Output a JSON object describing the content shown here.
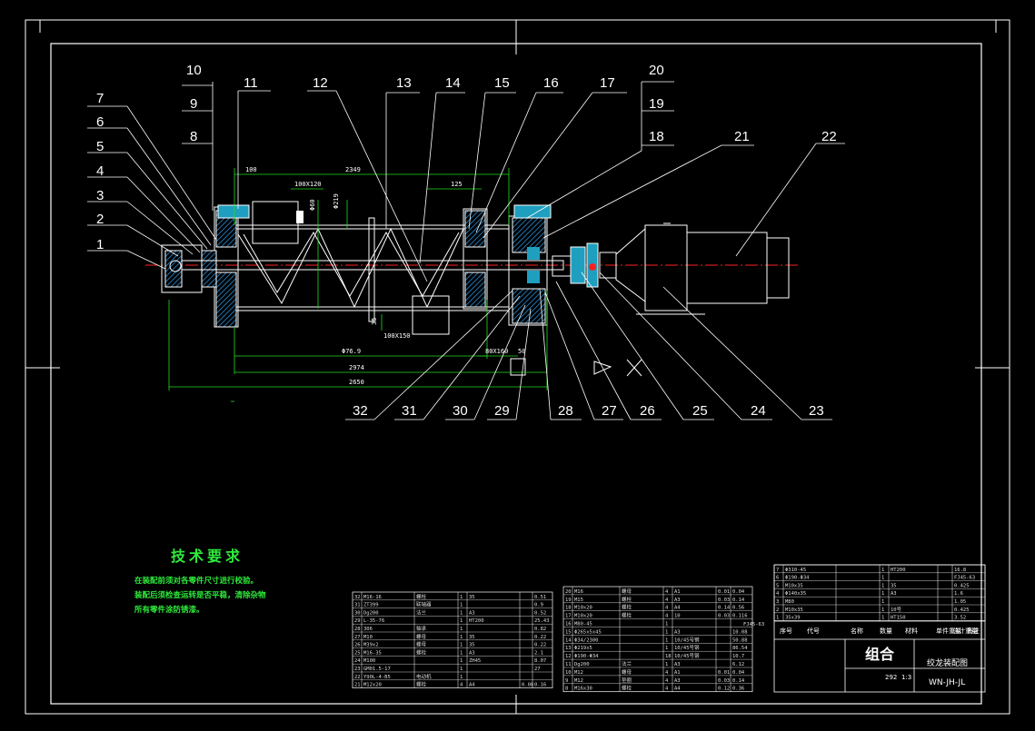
{
  "callouts": [
    "1",
    "2",
    "3",
    "4",
    "5",
    "6",
    "7",
    "8",
    "9",
    "10",
    "11",
    "12",
    "13",
    "14",
    "15",
    "16",
    "17",
    "18",
    "19",
    "20",
    "21",
    "22",
    "23",
    "24",
    "25",
    "26",
    "27",
    "28",
    "29",
    "30",
    "31",
    "32"
  ],
  "dimensions": {
    "d100": "100",
    "d2349": "2349",
    "d100x120": "100X120",
    "d125": "125",
    "d319": "Φ219",
    "d60": "Φ60",
    "d35": "35",
    "d100x150": "100X150",
    "d2789": "Φ76.9",
    "d2974": "2974",
    "d3650": "2650",
    "d80x160": "80X160",
    "d50": "50"
  },
  "tech_requirements": {
    "title": "技术要求",
    "lines": [
      "在装配前须对各零件尺寸进行校验。",
      "装配后须检查运转是否平稳，清除杂物",
      "所有零件涂防锈漆。"
    ]
  },
  "bom_left": [
    [
      "32",
      "M16-16",
      "螺栓",
      "1",
      "35",
      "",
      "0.51"
    ],
    [
      "31",
      "ZT399",
      "联轴器",
      "1",
      "",
      "",
      "0.9"
    ],
    [
      "30",
      "Dg200",
      "法兰",
      "1",
      "A3",
      "",
      "0.52"
    ],
    [
      "29",
      "L-35-76",
      "",
      "1",
      "HT200",
      "",
      "25.43"
    ],
    [
      "28",
      "306",
      "轴承",
      "1",
      "",
      "",
      "0.82"
    ],
    [
      "27",
      "M10",
      "螺母",
      "1",
      "35",
      "",
      "0.22"
    ],
    [
      "26",
      "M39x2",
      "螺母",
      "1",
      "35",
      "",
      "0.22"
    ],
    [
      "25",
      "M16-35",
      "螺栓",
      "1",
      "A3",
      "",
      "2.1"
    ],
    [
      "24",
      "M100",
      "",
      "1",
      "ZH45",
      "",
      "8.07"
    ],
    [
      "23",
      "GM01.5-17",
      "",
      "1",
      "",
      "",
      "27"
    ],
    [
      "22",
      "Y90L-4-B5",
      "电动机",
      "1",
      "",
      "",
      ""
    ],
    [
      "21",
      "M12x20",
      "螺栓",
      "4",
      "A4",
      "0.08",
      "0.16"
    ]
  ],
  "bom_mid": [
    [
      "20",
      "M16",
      "螺母",
      "4",
      "A1",
      "0.01",
      "0.04"
    ],
    [
      "19",
      "M15",
      "螺栓",
      "4",
      "A3",
      "0.03",
      "0.14"
    ],
    [
      "18",
      "M10x20",
      "螺栓",
      "4",
      "A4",
      "0.14",
      "0.56"
    ],
    [
      "17",
      "M10x20",
      "螺栓",
      "4",
      "10",
      "0.03",
      "0.116"
    ],
    [
      "16",
      "M80-45",
      "",
      "1",
      "",
      "",
      ""
    ],
    [
      "15",
      "Φ265x5x45",
      "",
      "1",
      "A3",
      "",
      "10.08"
    ],
    [
      "14",
      "Φ34/2300",
      "",
      "1",
      "10/45号钢",
      "",
      "50.88"
    ],
    [
      "13",
      "Φ219x5",
      "",
      "1",
      "10/45号钢",
      "",
      "86.54"
    ],
    [
      "12",
      "Φ190-Φ34",
      "",
      "18",
      "10/45号钢",
      "",
      "10.7"
    ],
    [
      "11",
      "Dg200",
      "法兰",
      "1",
      "A3",
      "",
      "6.12"
    ],
    [
      "10",
      "M12",
      "螺母",
      "4",
      "A1",
      "0.01",
      "0.04"
    ],
    [
      "9",
      "M12",
      "垫圈",
      "4",
      "A3",
      "0.03",
      "0.14"
    ],
    [
      "8",
      "M16x30",
      "螺栓",
      "4",
      "A4",
      "0.12",
      "0.36"
    ]
  ],
  "bom_right": [
    [
      "7",
      "Φ310-45",
      "",
      "1",
      "HT200",
      "",
      "16.8"
    ],
    [
      "6",
      "Φ190-Φ34",
      "",
      "1",
      "",
      "",
      "FJ45-63"
    ],
    [
      "5",
      "M10x35",
      "",
      "1",
      "35",
      "",
      "0.425"
    ],
    [
      "4",
      "Φ140x35",
      "",
      "1",
      "A3",
      "",
      "1.6"
    ],
    [
      "3",
      "M80",
      "",
      "1",
      "",
      "",
      "1.05"
    ],
    [
      "2",
      "M10x35",
      "",
      "1",
      "10号",
      "",
      "0.425"
    ],
    [
      "1",
      "35x39",
      "",
      "1",
      "HT150",
      "",
      "3.52"
    ]
  ],
  "fj_note": "FJ45-63",
  "bom_header": [
    "序号",
    "代号",
    "名称",
    "数量",
    "材料",
    "单件重量",
    "总计重量",
    "备注"
  ],
  "title_block": {
    "group": "组合",
    "drawing_name": "绞龙装配图",
    "drawing_no": "WN-JH-JL",
    "weight": "292",
    "scale": "1:3"
  }
}
